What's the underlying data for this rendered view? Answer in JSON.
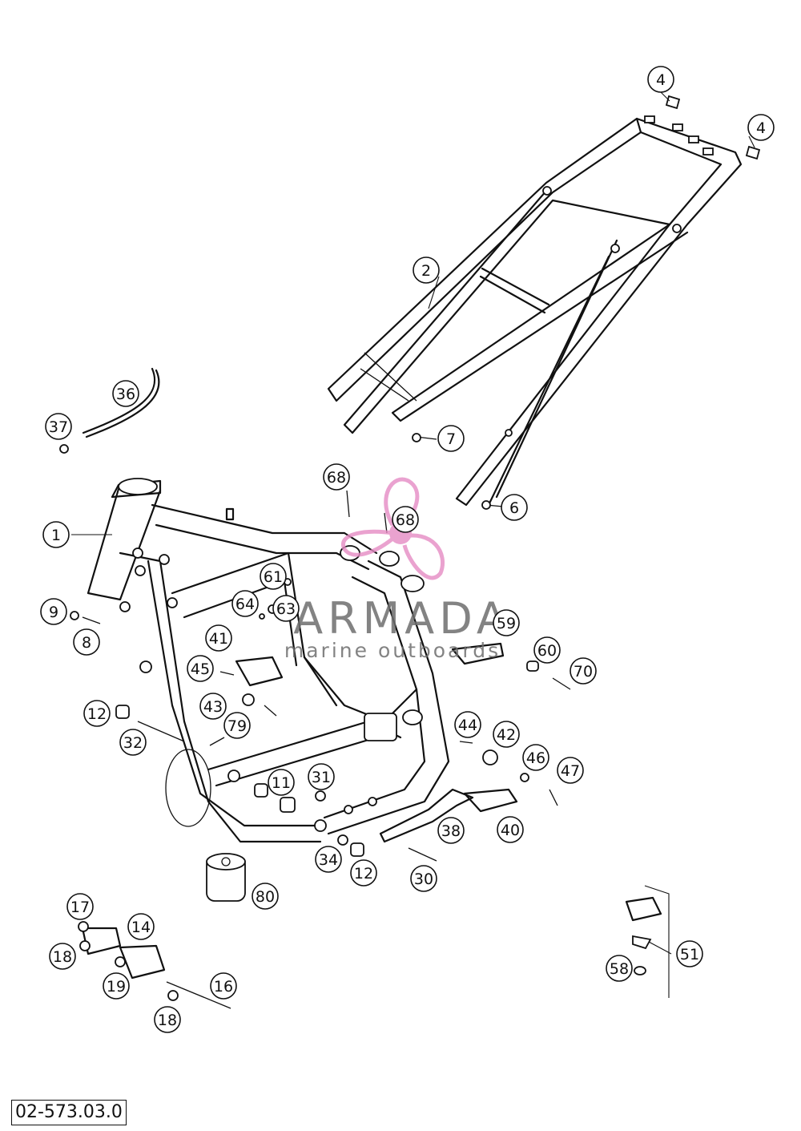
{
  "drawing_number": "02-573.03.0",
  "watermark": {
    "brand": "ARMADA",
    "tagline": "marine outboards",
    "accent_color": "#e58bc4",
    "text_color": "#6e6e6e"
  },
  "callouts": [
    {
      "id": "c-1",
      "label": "1"
    },
    {
      "id": "c-2",
      "label": "2"
    },
    {
      "id": "c-4a",
      "label": "4"
    },
    {
      "id": "c-4b",
      "label": "4"
    },
    {
      "id": "c-6",
      "label": "6"
    },
    {
      "id": "c-7",
      "label": "7"
    },
    {
      "id": "c-8",
      "label": "8"
    },
    {
      "id": "c-9",
      "label": "9"
    },
    {
      "id": "c-11",
      "label": "11"
    },
    {
      "id": "c-12a",
      "label": "12"
    },
    {
      "id": "c-12b",
      "label": "12"
    },
    {
      "id": "c-14",
      "label": "14"
    },
    {
      "id": "c-16",
      "label": "16"
    },
    {
      "id": "c-17",
      "label": "17"
    },
    {
      "id": "c-18a",
      "label": "18"
    },
    {
      "id": "c-18b",
      "label": "18"
    },
    {
      "id": "c-19",
      "label": "19"
    },
    {
      "id": "c-30",
      "label": "30"
    },
    {
      "id": "c-31",
      "label": "31"
    },
    {
      "id": "c-32",
      "label": "32"
    },
    {
      "id": "c-34",
      "label": "34"
    },
    {
      "id": "c-36",
      "label": "36"
    },
    {
      "id": "c-37",
      "label": "37"
    },
    {
      "id": "c-38",
      "label": "38"
    },
    {
      "id": "c-40",
      "label": "40"
    },
    {
      "id": "c-41",
      "label": "41"
    },
    {
      "id": "c-42",
      "label": "42"
    },
    {
      "id": "c-43",
      "label": "43"
    },
    {
      "id": "c-44",
      "label": "44"
    },
    {
      "id": "c-45",
      "label": "45"
    },
    {
      "id": "c-46",
      "label": "46"
    },
    {
      "id": "c-47",
      "label": "47"
    },
    {
      "id": "c-51",
      "label": "51"
    },
    {
      "id": "c-58",
      "label": "58"
    },
    {
      "id": "c-59",
      "label": "59"
    },
    {
      "id": "c-60",
      "label": "60"
    },
    {
      "id": "c-61",
      "label": "61"
    },
    {
      "id": "c-63",
      "label": "63"
    },
    {
      "id": "c-64",
      "label": "64"
    },
    {
      "id": "c-68a",
      "label": "68"
    },
    {
      "id": "c-68b",
      "label": "68"
    },
    {
      "id": "c-70",
      "label": "70"
    },
    {
      "id": "c-79",
      "label": "79"
    },
    {
      "id": "c-80",
      "label": "80"
    }
  ]
}
